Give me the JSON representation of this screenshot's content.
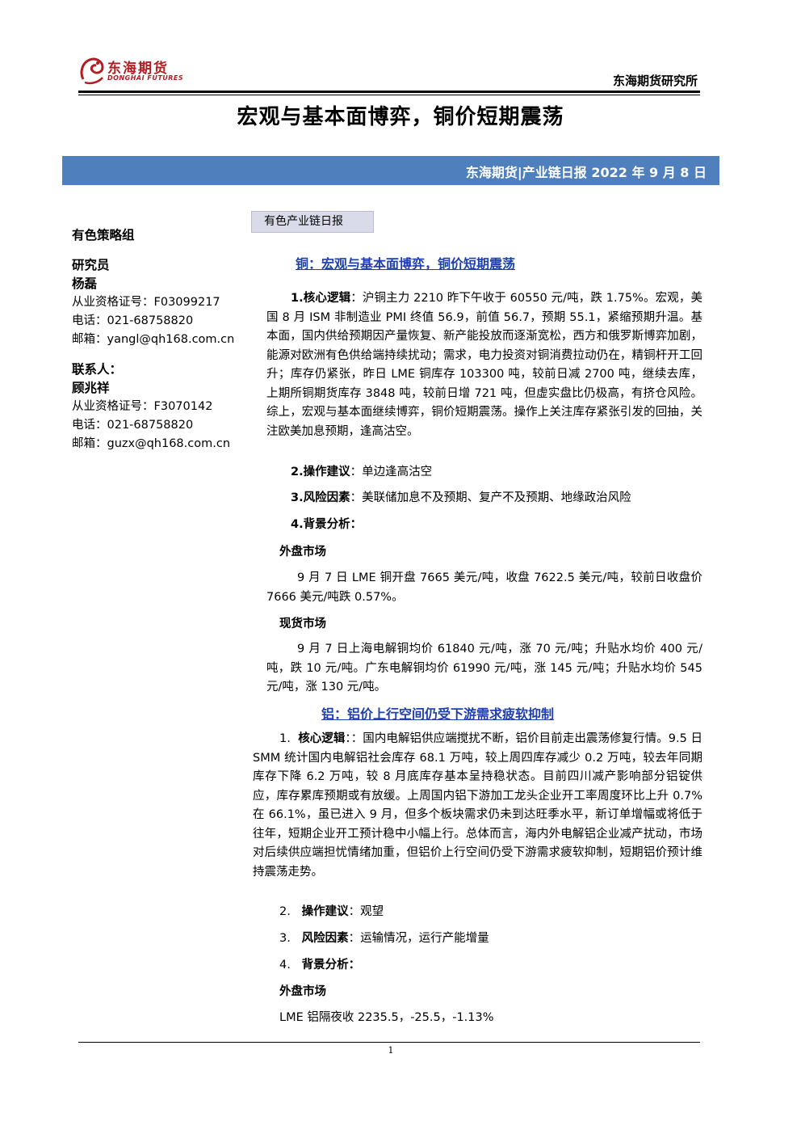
{
  "header": {
    "logo_cn": "东海期货",
    "logo_en": "DONGHAI FUTURES",
    "institute": "东海期货研究所"
  },
  "title": "宏观与基本面博弈，铜价短期震荡",
  "banner": "东海期货|产业链日报 2022 年 9 月 8 日",
  "sidebar": {
    "group": "有色策略组",
    "researcher_label": "研究员",
    "researcher_name": "杨磊",
    "researcher_license": "从业资格证号：F03099217",
    "researcher_phone": "电话：021-68758820",
    "researcher_email": "邮箱：yangl@qh168.com.cn",
    "contact_label": "联系人：",
    "contact_name": "顾兆祥",
    "contact_license": "从业资格证号：F3070142",
    "contact_phone": "电话：021-68758820",
    "contact_email": "邮箱：guzx@qh168.com.cn"
  },
  "tag": "有色产业链日报",
  "copper": {
    "title": "铜：宏观与基本面博弈，铜价短期震荡",
    "logic_label": "1.核心逻辑",
    "logic_text": "：沪铜主力 2210 昨下午收于 60550 元/吨，跌 1.75%。宏观，美国 8 月 ISM 非制造业 PMI 终值 56.9，前值 56.7，预期 55.1，紧缩预期升温。基本面，国内供给预期因产量恢复、新产能投放而逐渐宽松，西方和俄罗斯博弈加剧，能源对欧洲有色供给端持续扰动；需求，电力投资对铜消费拉动仍在，精铜杆开工回升；库存仍紧张，昨日 LME 铜库存 103300 吨，较前日减 2700 吨，继续去库，上期所铜期货库存 3848 吨，较前日增 721 吨，但虚实盘比仍极高，有挤仓风险。综上，宏观与基本面继续博弈，铜价短期震荡。操作上关注库存紧张引发的回抽，关注欧美加息预期，逢高沽空。",
    "advice_label": "2.操作建议",
    "advice_text": "：单边逢高沽空",
    "risk_label": "3.风险因素",
    "risk_text": "：美联储加息不及预期、复产不及预期、地缘政治风险",
    "bg_label": "4.背景分析：",
    "foreign_label": "外盘市场",
    "foreign_text": "9 月 7 日 LME 铜开盘 7665 美元/吨，收盘 7622.5 美元/吨，较前日收盘价 7666 美元/吨跌 0.57%。",
    "spot_label": "现货市场",
    "spot_text": "9 月 7 日上海电解铜均价 61840 元/吨，涨 70 元/吨；升贴水均价 400 元/吨，跌 10 元/吨。广东电解铜均价 61990 元/吨，涨 145 元/吨；升贴水均价 545 元/吨，涨 130 元/吨。"
  },
  "aluminum": {
    "title": "铝：铝价上行空间仍受下游需求疲软抑制",
    "logic_num": "1.",
    "logic_label": "核心逻辑",
    "logic_text": "：：国内电解铝供应端搅扰不断，铝价目前走出震荡修复行情。9.5 日 SMM 统计国内电解铝社会库存 68.1 万吨，较上周四库存减少 0.2 万吨，较去年同期库存下降 6.2 万吨，较 8 月底库存基本呈持稳状态。目前四川减产影响部分铝锭供应，库存累库预期或有放缓。上周国内铝下游加工龙头企业开工率周度环比上升 0.7%在 66.1%，虽已进入 9 月，但多个板块需求仍未到达旺季水平，新订单增幅或将低于往年，短期企业开工预计稳中小幅上行。总体而言，海内外电解铝企业减产扰动，市场对后续供应端担忧情绪加重，但铝价上行空间仍受下游需求疲软抑制，短期铝价预计维持震荡走势。",
    "advice_num": "2.",
    "advice_label": "操作建议",
    "advice_text": "：观望",
    "risk_num": "3.",
    "risk_label": "风险因素",
    "risk_text": "：运输情况，运行产能增量",
    "bg_num": "4.",
    "bg_label": "背景分析：",
    "foreign_label": "外盘市场",
    "foreign_text": "LME 铝隔夜收 2235.5，-25.5，-1.13%"
  },
  "page_number": "1"
}
